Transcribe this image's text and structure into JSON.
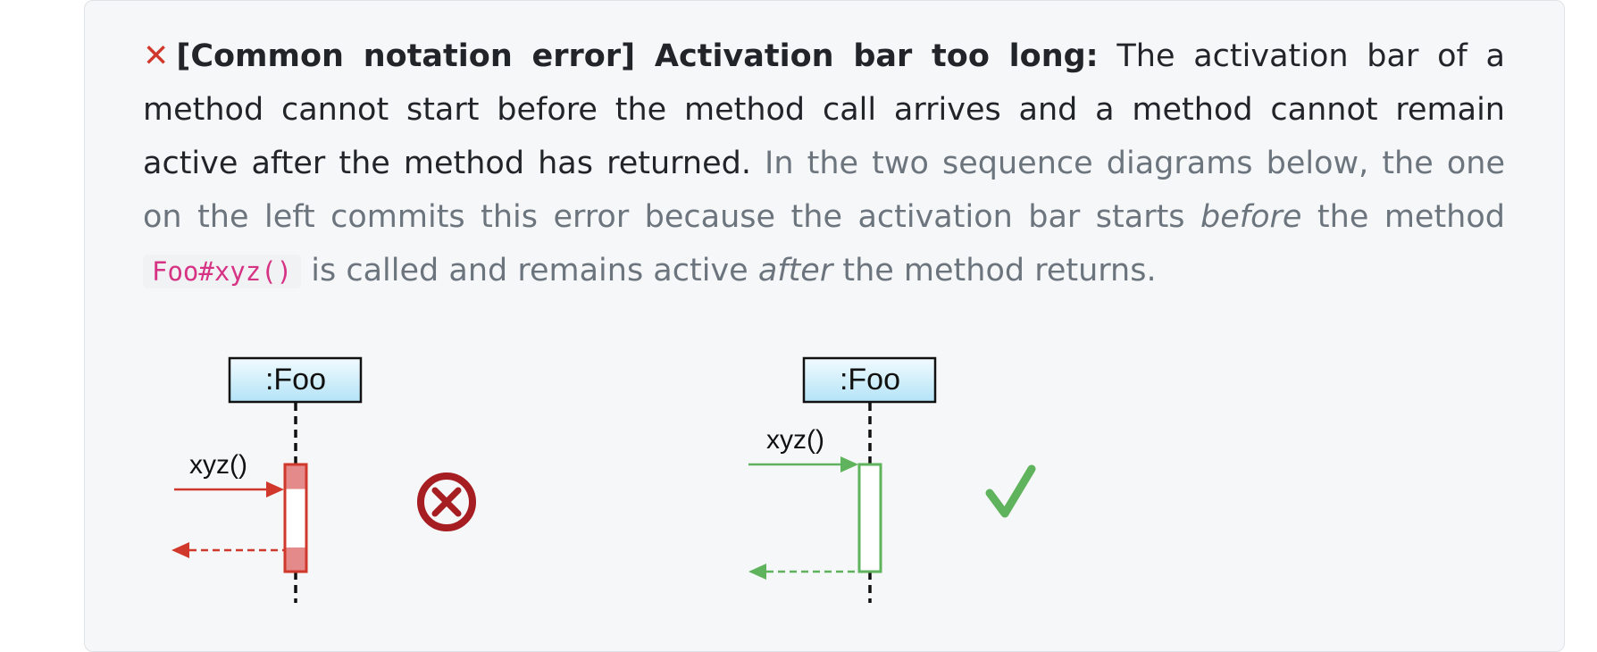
{
  "note": {
    "mark": "✕",
    "title": "[Common notation error] Activation bar too long:",
    "statement": " The activation bar of a method cannot start before the method call arrives and a method cannot remain active after the method has returned.",
    "explain_1": " In the two sequence diagrams below, the one on the left commits this error because the activation bar starts ",
    "em_before": "before",
    "explain_2": " the method ",
    "code": "Foo#xyz()",
    "explain_3": " is called and remains active ",
    "em_after": "after",
    "explain_4": " the method returns."
  },
  "diagrams": [
    {
      "lifeline": ":Foo",
      "message": "xyz()",
      "verdict": "wrong",
      "verdict_icon": "x-circle-icon",
      "color": "#d0382b"
    },
    {
      "lifeline": ":Foo",
      "message": "xyz()",
      "verdict": "correct",
      "verdict_icon": "checkmark-icon",
      "color": "#5fb35c"
    }
  ],
  "colors": {
    "error": "#d0382b",
    "correct": "#5fb35c",
    "lifeline_fill": "#c9ecfa",
    "code": "#d63384"
  }
}
